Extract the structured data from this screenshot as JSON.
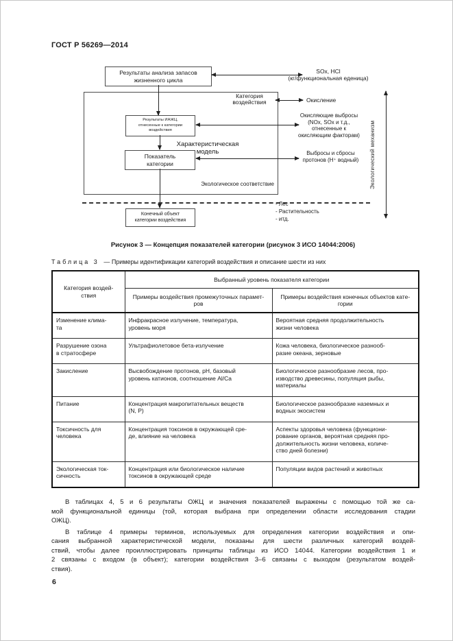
{
  "page": {
    "standard": "ГОСТ Р 56269—2014",
    "page_number": "6"
  },
  "figure": {
    "caption": "Рисунок 3 — Концепция показателей категории (рисунок 3 ИСО 14044:2006)",
    "boxes": {
      "lci_results": "Результаты анализа запасов\nжизненного цикла",
      "lci_assigned": "Результаты ИАЖЦ,\nотнесенные к категории\nвоздействия",
      "category_indicator": "Показатель\nкатегории",
      "endpoint": "Конечный объект\nкатегории воздействия"
    },
    "labels": {
      "sox_hcl": "SOx, HCl\n(кг/функциональная еденица)",
      "impact_category": "Категория\nвоздействия",
      "oxidation": "Окисление",
      "oxidizing_emissions": "Окисляющие выбросы\n(NOx, SOx и т.д.,\nотнесенные к\nокисляющим факторам)",
      "characterization_model": "Характеристическая\nмодель",
      "proton_emissions": "Выбросы и сбросы\nпротонов (Н⁺ водный)",
      "environmental_relevance": "Экологическое соответствие",
      "endpoint_examples": "- Лес\n- Растительность\n- итд.",
      "environmental_mechanism": "Экологический механизм"
    }
  },
  "table": {
    "caption_label": "Таблица 3",
    "caption_rest": "— Примеры идентификации категорий воздействия и описание шести из них",
    "col1_header": "Категория воздей-\nствия",
    "span_header": "Выбранный уровень показателя категории",
    "sub_headers": [
      "Примеры воздействия промежуточных парамет-\nров",
      "Примеры воздействия конечных объектов кате-\nгории"
    ],
    "rows": [
      [
        "Изменение клима-\nта",
        "Инфракрасное излучение, температура,\nуровень моря",
        "Вероятная средняя продолжительность\nжизни человека"
      ],
      [
        "Разрушение озона\nв стратосфере",
        "Ультрафиолетовое бета-излучение",
        "Кожа человека, биологическое разнооб-\nразие океана, зерновые"
      ],
      [
        "Закисление",
        "Высвобождение протонов, pH, базовый\nуровень катионов, соотношение Al/Ca",
        "Биологическое разнообразие лесов, про-\nизводство древесины, популяция рыбы,\nматериалы"
      ],
      [
        "Питание",
        "Концентрация макропитательных веществ\n(N, P)",
        "Биологическое разнообразие наземных и\nводных экосистем"
      ],
      [
        "Токсичность для\nчеловека",
        "Концентрация токсинов в окружающей сре-\nде, влияние на человека",
        "Аспекты здоровья человека (функциони-\nрование органов, вероятная средняя про-\nдолжительность жизни человека, количе-\nство дней болезни)"
      ],
      [
        "Экологическая ток-\nсичность",
        "Концентрация или биологическое наличие\nтоксинов в окружающей среде",
        "Популяции видов растений и животных"
      ]
    ]
  },
  "paragraphs": [
    {
      "lines": [
        "В таблицах 4, 5 и 6 результаты ОЖЦ и значения показателей выражены с помощью той же са-",
        "мой функциональной единицы (той, которая выбрана при определении области исследования стадии",
        "ОЖЦ)."
      ]
    },
    {
      "lines": [
        "В таблице 4 примеры терминов, используемых для определения категории воздействия и опи-",
        "сания выбранной характеристической модели, показаны для шести различных категорий воздей-",
        "ствий, чтобы далее проиллюстрировать принципы таблицы из ИСО 14044. Категории воздействия 1 и",
        "2 связаны с входом (в объект); категории воздействия 3–6 связаны с выходом (результатом воздей-",
        "ствия)."
      ]
    }
  ]
}
